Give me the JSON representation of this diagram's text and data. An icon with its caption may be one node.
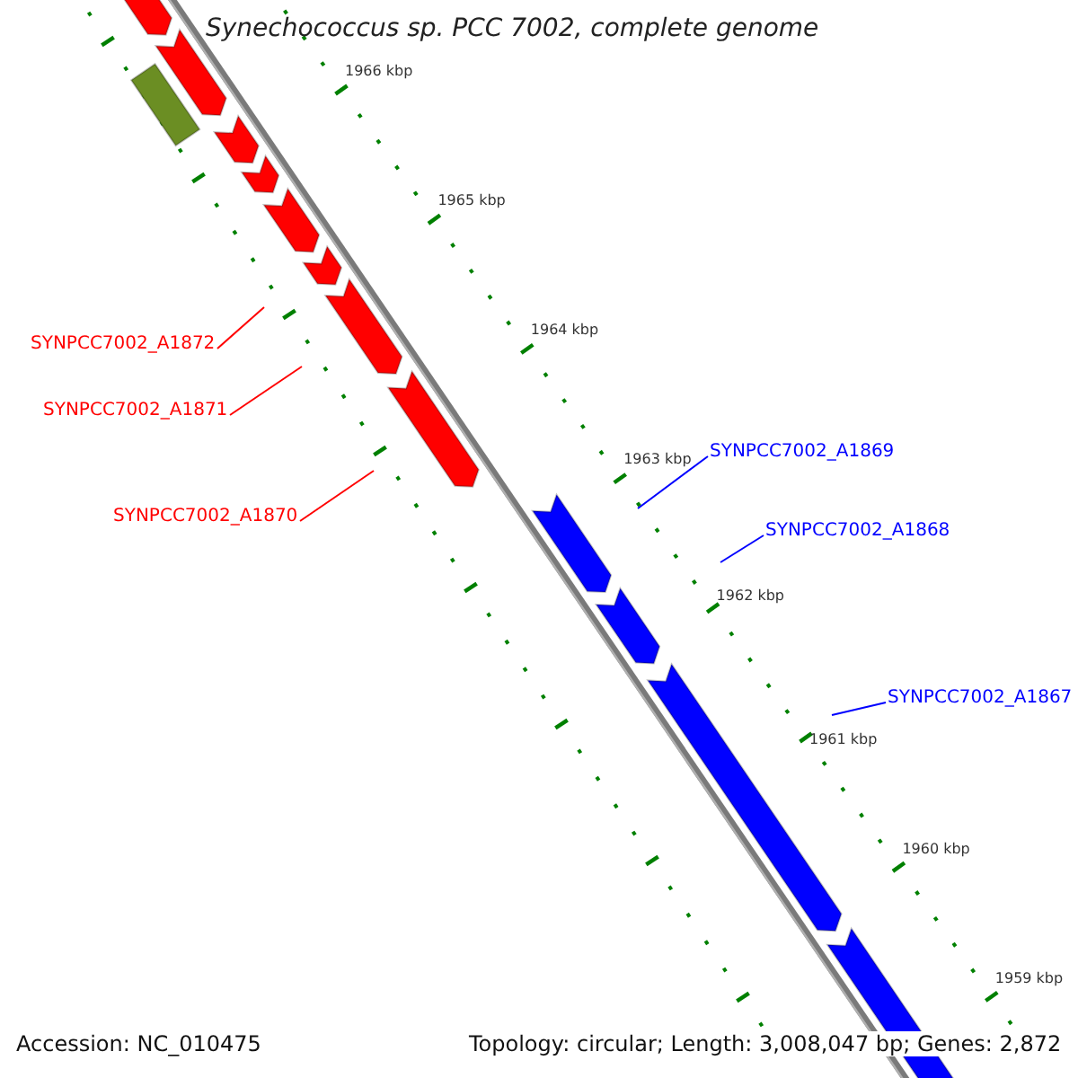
{
  "diagram": {
    "title": "Synechococcus sp. PCC 7002, complete genome",
    "nodes": [
      {
        "text": [
          "SYNPCC7002_A1872"
        ]
      },
      {
        "text": [
          "SYNPCC7002_A1871"
        ]
      },
      {
        "text": [
          "SYNPCC7002_A1870"
        ]
      },
      {
        "text": [
          "SYNPCC7002_A1869"
        ]
      },
      {
        "text": [
          "SYNPCC7002_A1868"
        ]
      },
      {
        "text": [
          "SYNPCC7002_A1867"
        ]
      }
    ],
    "edges": [
      {
        "from": 0,
        "to": null,
        "arrow": "none",
        "color": "#ff0000"
      },
      {
        "from": 1,
        "to": null,
        "arrow": "none",
        "color": "#ff0000"
      },
      {
        "from": 2,
        "to": null,
        "arrow": "none",
        "color": "#ff0000"
      },
      {
        "from": 3,
        "to": null,
        "arrow": "none",
        "color": "#0000ff"
      },
      {
        "from": 4,
        "to": null,
        "arrow": "none",
        "color": "#0000ff"
      },
      {
        "from": 5,
        "to": null,
        "arrow": "none",
        "color": "#0000ff"
      }
    ],
    "labels": [
      "1966 kbp",
      "1965 kbp",
      "1964 kbp",
      "1963 kbp",
      "1962 kbp",
      "1961 kbp",
      "1960 kbp",
      "1959 kbp",
      "Accession: NC_010475",
      "Topology: circular; Length: 3,008,047 bp; Genes: 2,872"
    ]
  }
}
